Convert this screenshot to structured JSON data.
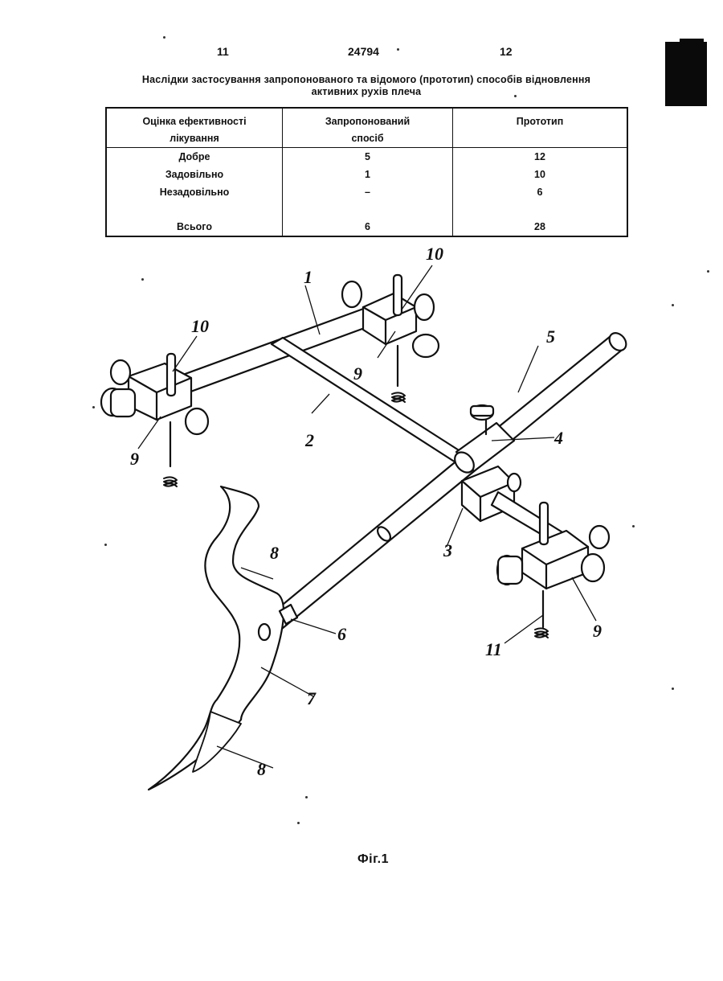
{
  "header": {
    "page_left": "11",
    "patent_number": "24794",
    "page_right": "12"
  },
  "caption": {
    "line1": "Наслідки застосування запропонованого та відомого (прототип) способів відновлення",
    "line2": "активних рухів плеча"
  },
  "table": {
    "headers": {
      "col1_line1": "Оцінка ефективності",
      "col1_line2": "лікування",
      "col2_line1": "Запропонований",
      "col2_line2": "спосіб",
      "col3": "Прототип"
    },
    "rows": [
      {
        "label": "Добре",
        "proposed": "5",
        "prototype": "12"
      },
      {
        "label": "Задовільно",
        "proposed": "1",
        "prototype": "10"
      },
      {
        "label": "Незадовільно",
        "proposed": "–",
        "prototype": "6"
      }
    ],
    "total": {
      "label": "Всього",
      "proposed": "6",
      "prototype": "28"
    }
  },
  "figure": {
    "labels": {
      "l1": "1",
      "l2": "2",
      "l3": "3",
      "l4": "4",
      "l5": "5",
      "l6": "6",
      "l7": "7",
      "l8a": "8",
      "l8b": "8",
      "l9a": "9",
      "l9b": "9",
      "l9c": "9",
      "l10a": "10",
      "l10b": "10",
      "l11": "11"
    },
    "caption": "Фіг.1"
  }
}
